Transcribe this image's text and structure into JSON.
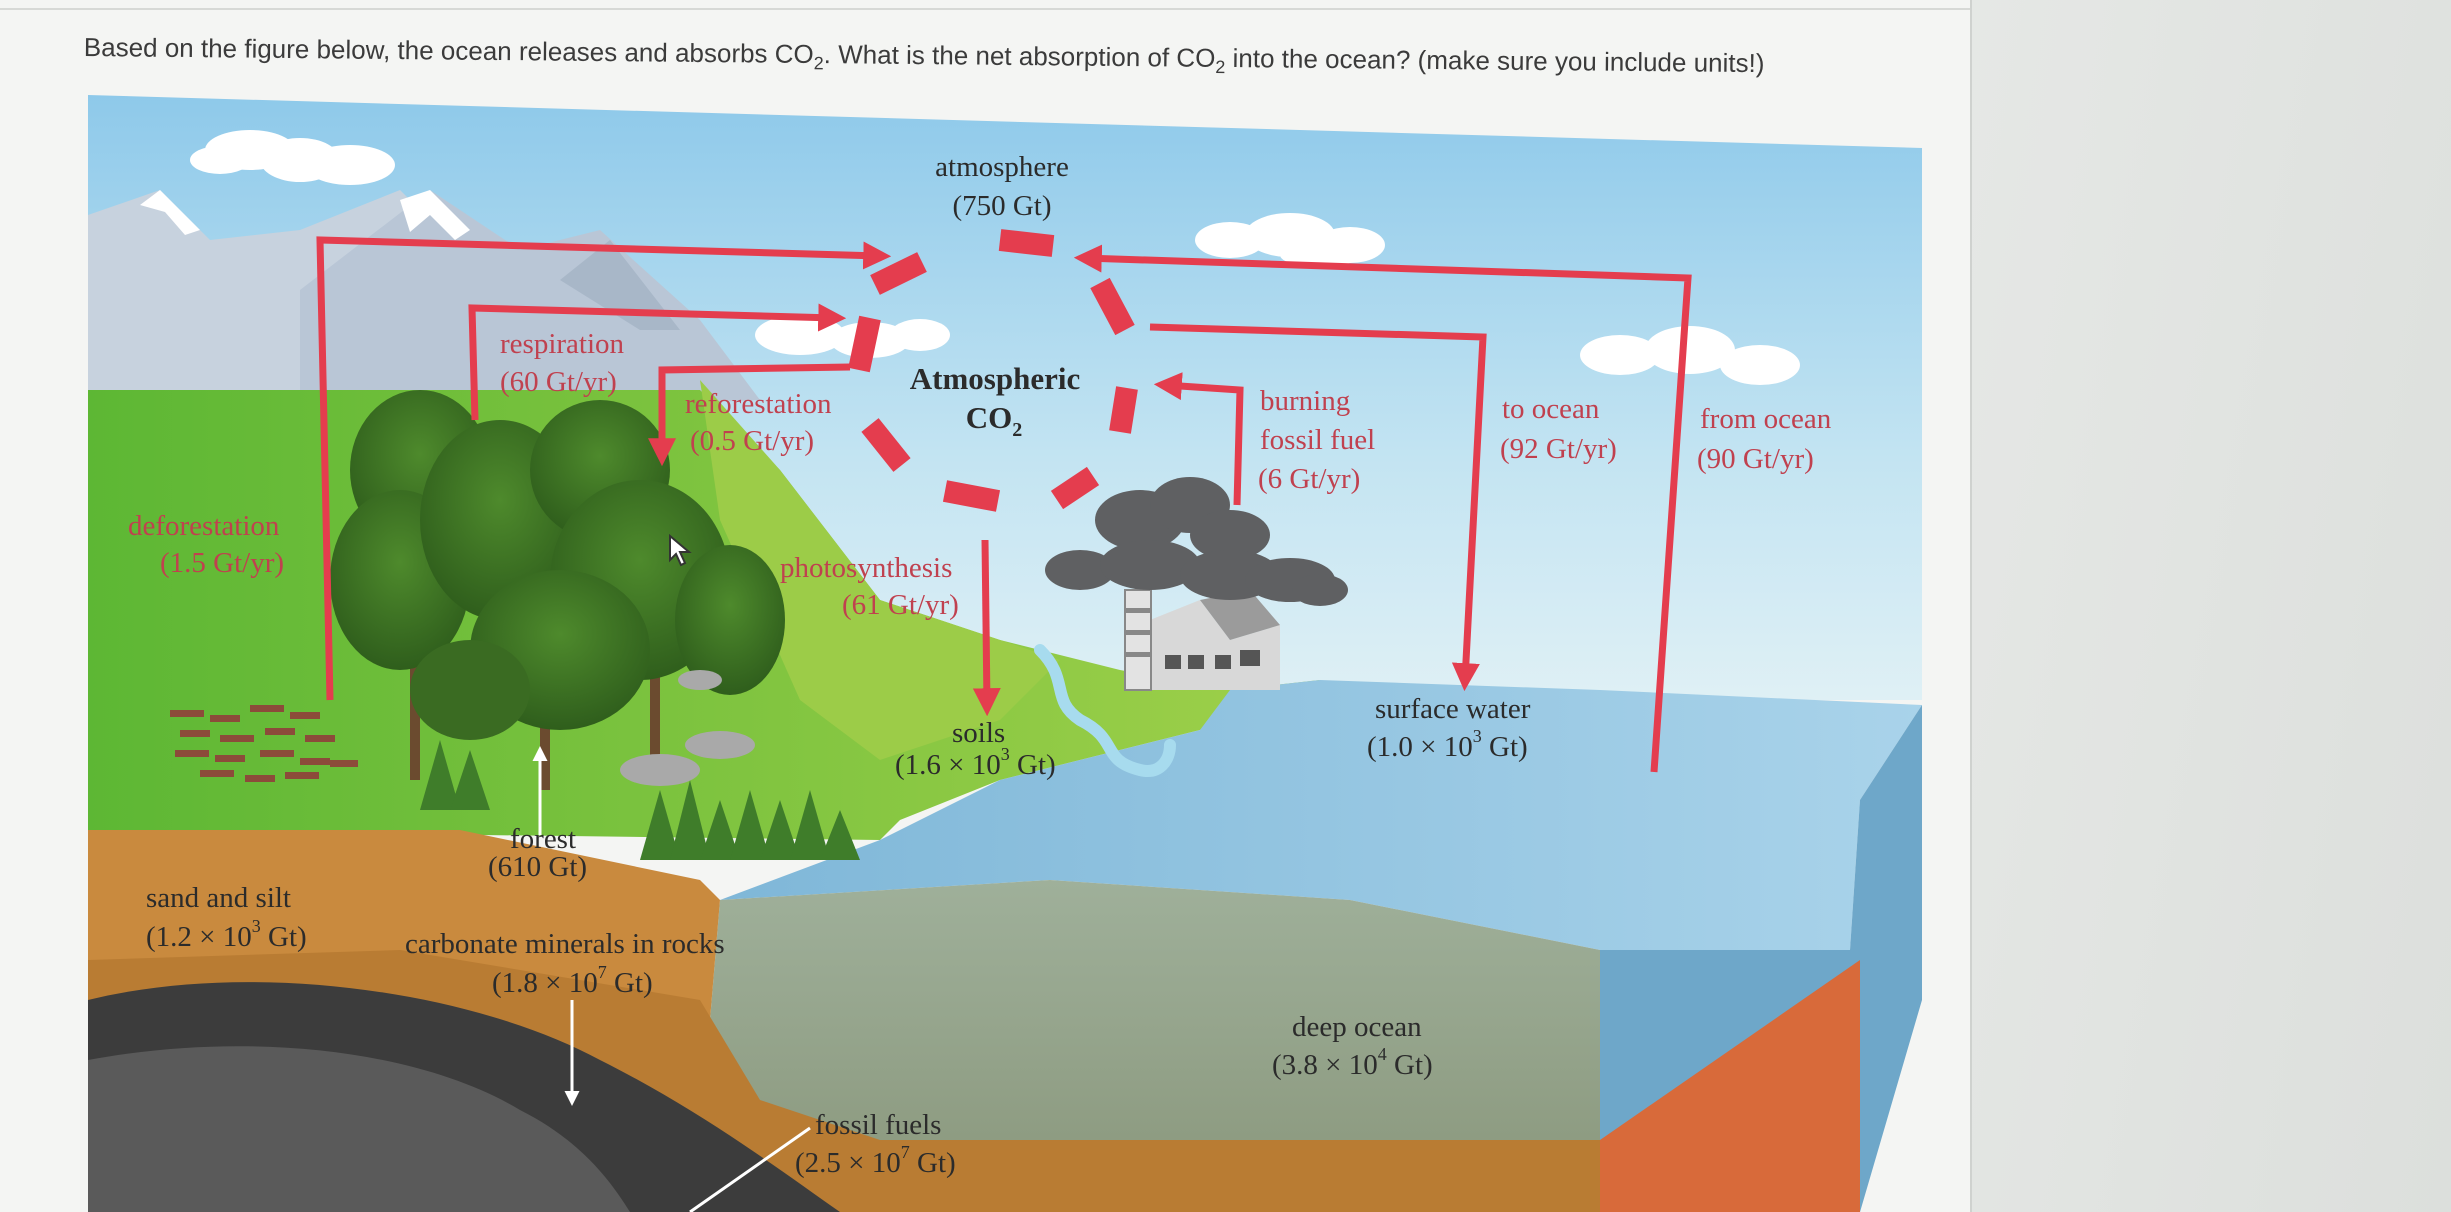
{
  "question": {
    "before": "Based on the figure below, the ocean releases and absorbs CO",
    "sub1": "2",
    "middle": ". What is the net absorption of CO",
    "sub2": "2",
    "after": " into the ocean? (make sure you include units!)"
  },
  "diagram": {
    "atmosphere": {
      "title": "atmosphere",
      "amount": "(750 Gt)"
    },
    "center": {
      "line1": "Atmospheric",
      "line2": "CO",
      "sub": "2"
    },
    "respiration": {
      "name": "respiration",
      "rate": "(60 Gt/yr)"
    },
    "reforestation": {
      "name": "reforestation",
      "rate": "(0.5 Gt/yr)"
    },
    "deforestation": {
      "name": "deforestation",
      "rate": "(1.5 Gt/yr)"
    },
    "photosynthesis": {
      "name": "photosynthesis",
      "rate": "(61 Gt/yr)"
    },
    "burning": {
      "line1": "burning",
      "line2": "fossil fuel",
      "rate": "(6 Gt/yr)"
    },
    "to_ocean": {
      "name": "to ocean",
      "rate": "(92 Gt/yr)"
    },
    "from_ocean": {
      "name": "from ocean",
      "rate": "(90 Gt/yr)"
    },
    "soils": {
      "name": "soils",
      "amount_pre": "(1.6 × 10",
      "exp": "3",
      "amount_post": " Gt)"
    },
    "surface_water": {
      "name": "surface water",
      "amount_pre": "(1.0 × 10",
      "exp": "3",
      "amount_post": " Gt)"
    },
    "forest": {
      "name": "forest",
      "amount": "(610 Gt)"
    },
    "sand_silt": {
      "name": "sand and silt",
      "amount_pre": "(1.2 × 10",
      "exp": "3",
      "amount_post": " Gt)"
    },
    "carbonate": {
      "name": "carbonate minerals in rocks",
      "amount_pre": "(1.8 × 10",
      "exp": "7",
      "amount_post": " Gt)"
    },
    "deep_ocean": {
      "name": "deep ocean",
      "amount_pre": "(3.8 × 10",
      "exp": "4",
      "amount_post": " Gt)"
    },
    "fossil_fuels": {
      "name": "fossil fuels",
      "amount_pre": "(2.5 × 10",
      "exp": "7",
      "amount_post": " Gt)"
    }
  },
  "colors": {
    "arrow": "#e43d4e",
    "label": "#2b2b2b",
    "flow_label": "#c0414f",
    "sky": "#a9d6ec",
    "ocean": "#8fc3e0",
    "grass": "#6cbf3e",
    "soil": "#c98a3e",
    "rock": "#3c3c3c"
  }
}
